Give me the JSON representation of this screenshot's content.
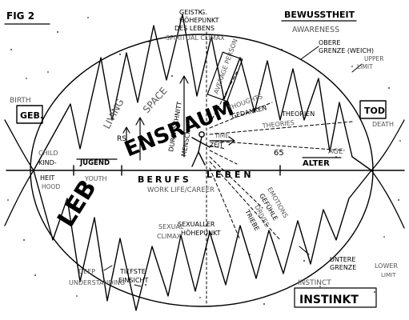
{
  "figure": {
    "fig_label": "FIG 2",
    "awareness_de": "BEWUSSTHEIT",
    "awareness_en": "AWARENESS",
    "peak_de_1": "GEISTIG.",
    "peak_de_2": "HÖHEPUNKT",
    "peak_de_3": "DES LEBENS",
    "peak_en": "SPIRITUAL CLIMAX",
    "upper_de_1": "OBERE",
    "upper_de_2": "GRENZE (WEICH)",
    "upper_en_1": "UPPER",
    "upper_en_2": "LIMIT",
    "birth_en": "BIRTH",
    "birth_de": "GEB.",
    "death_de": "TOD",
    "death_en": "DEATH",
    "living_space_en_1": "LIVING",
    "living_space_en_2": "SPACE",
    "lebensraum_1": "LEB",
    "lebensraum_2": "ENSRAUM",
    "average_person_de_1": "DURCHSCHNITT",
    "average_person_de_2": "MENSCH",
    "average_person_en": "AVERAGE PERSON",
    "thoughts_en": "THOUGHTS",
    "thoughts_de": "GEDANKEN",
    "theories_de": "THEORIEN",
    "theories_en": "THEORIES",
    "time_en": "TIME",
    "time_de": "ZEIT",
    "rs": "RS",
    "age_65": "65",
    "age_en": "AGE",
    "age_de": "ALTER",
    "child_en": "CHILD",
    "child_de_1": "KIND-",
    "child_de_2": "HEIT",
    "child_en_hood": "HOOD",
    "youth_de": "JUGEND",
    "youth_en": "YOUTH",
    "career_de_1": "BERUFS",
    "career_de_2": "LEBEN",
    "career_en": "WORK LIFE/CAREER",
    "emotions_en": "EMOTIONS",
    "emotions_de": "GEFÜHLE",
    "drives_en": "DRIVES",
    "drives_de": "TRIEBE",
    "sexual_en_1": "SEXUAL",
    "sexual_en_2": "CLIMAX",
    "sexual_de_1": "SEXUALLER",
    "sexual_de_2": "HÖHEPUNKT",
    "lower_de_1": "UNTERE",
    "lower_de_2": "GRENZE",
    "lower_en_1": "LOWER",
    "lower_en_2": "LIMIT",
    "deep_en_1": "DEEP",
    "deep_en_2": "UNDERSTANDING",
    "deep_de_1": "TIEFSTE",
    "deep_de_2": "EINSICHT",
    "instinct_en": "INSTINCT",
    "instinct_de": "INSTINKT"
  }
}
